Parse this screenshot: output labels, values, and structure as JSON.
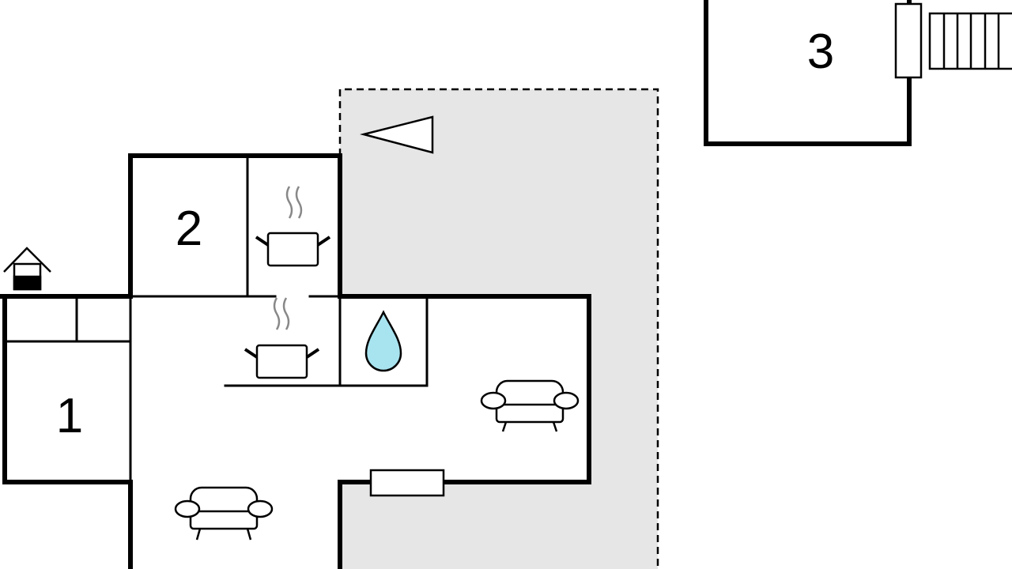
{
  "rooms": [
    {
      "number": "1",
      "type": "bedroom"
    },
    {
      "number": "2",
      "type": "bedroom"
    },
    {
      "number": "3",
      "type": "bedroom"
    }
  ],
  "icons": [
    "well-icon",
    "cooking-pot-icon",
    "water-drop-icon",
    "sofa-icon",
    "direction-arrow-icon",
    "stairs-icon"
  ],
  "colors": {
    "terrace": "#e6e6e6",
    "water": "#a8e4f0",
    "steam": "#888888",
    "wall": "#000000"
  }
}
